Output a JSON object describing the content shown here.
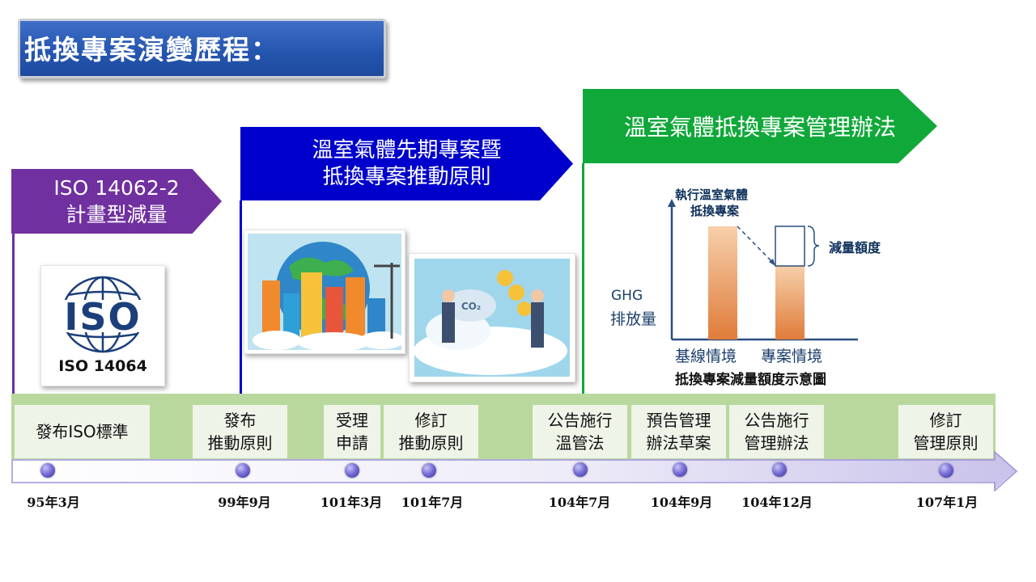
{
  "title": "抵換專案演變歷程：",
  "banners": {
    "iso": [
      "ISO 14062-2",
      "計畫型減量"
    ],
    "early": [
      "溫室氣體先期專案暨",
      "抵換專案推動原則"
    ],
    "rules": "溫室氣體抵換專案管理辦法"
  },
  "iso_logo": {
    "mark": "ISO",
    "caption": "ISO 14064"
  },
  "co2_label": "CO₂",
  "diagram": {
    "y_label": [
      "執行溫室氣體",
      "抵換專案"
    ],
    "ghg": "GHG",
    "emission": "排放量",
    "reduction": "減量額度",
    "cat1": "基線情境",
    "cat2": "專案情境",
    "caption": "抵換專案減量額度示意圖"
  },
  "events": [
    {
      "lines": [
        "發布ISO標準"
      ],
      "date": "95年3月"
    },
    {
      "lines": [
        "發布",
        "推動原則"
      ],
      "date": "99年9月"
    },
    {
      "lines": [
        "受理",
        "申請"
      ],
      "date": "101年3月"
    },
    {
      "lines": [
        "修訂",
        "推動原則"
      ],
      "date": "101年7月"
    },
    {
      "lines": [
        "公告施行",
        "溫管法"
      ],
      "date": "104年7月"
    },
    {
      "lines": [
        "預告管理",
        "辦法草案"
      ],
      "date": "104年9月"
    },
    {
      "lines": [
        "公告施行",
        "管理辦法"
      ],
      "date": "104年12月"
    },
    {
      "lines": [
        "修訂",
        "管理原則"
      ],
      "date": "107年1月"
    }
  ]
}
